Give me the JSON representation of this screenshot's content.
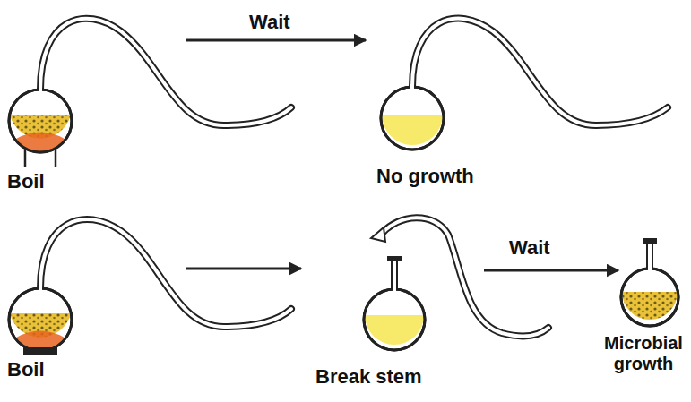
{
  "diagram": {
    "labels": [
      "Wait",
      "Boil",
      "No growth",
      "Boil",
      "Break stem",
      "Wait",
      "Microbial growth"
    ]
  }
}
